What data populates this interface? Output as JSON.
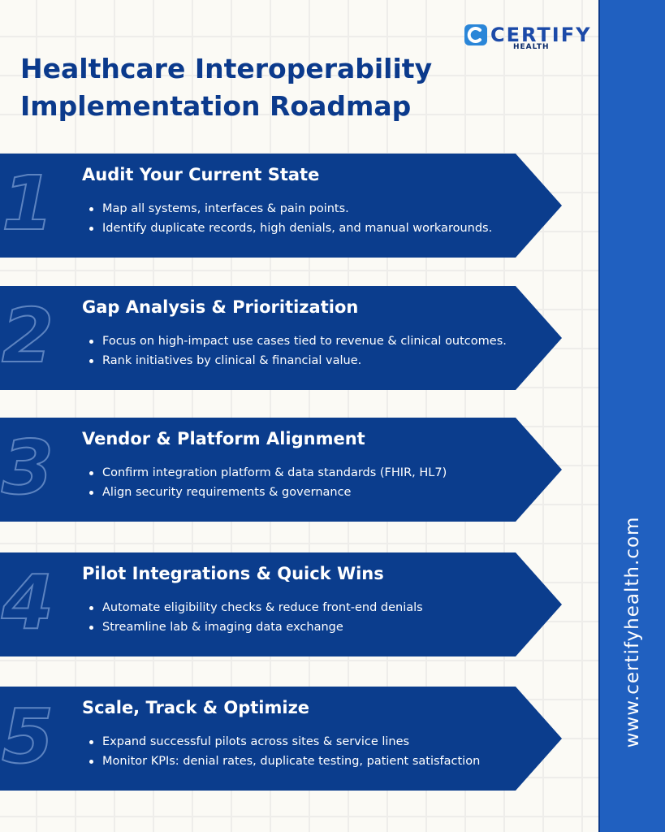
{
  "logo": {
    "word": "CERTIFY",
    "sub": "HEALTH"
  },
  "title_lines": [
    "Healthcare Interoperability",
    "Implementation Roadmap"
  ],
  "steps": [
    {
      "number": "1",
      "title": "Audit Your Current State",
      "bullets": [
        "Map all systems, interfaces & pain points.",
        "Identify duplicate records, high denials, and manual workarounds."
      ]
    },
    {
      "number": "2",
      "title": "Gap Analysis & Prioritization",
      "bullets": [
        "Focus on high-impact use cases tied to revenue & clinical outcomes.",
        "Rank initiatives by clinical & financial value."
      ]
    },
    {
      "number": "3",
      "title": "Vendor & Platform Alignment",
      "bullets": [
        "Confirm integration platform & data standards (FHIR, HL7)",
        "Align security requirements & governance"
      ]
    },
    {
      "number": "4",
      "title": "Pilot Integrations & Quick Wins",
      "bullets": [
        "Automate eligibility checks & reduce front-end denials",
        "Streamline lab & imaging data exchange"
      ]
    },
    {
      "number": "5",
      "title": "Scale, Track & Optimize",
      "bullets": [
        "Expand successful pilots across sites & service lines",
        "Monitor KPIs: denial rates, duplicate testing, patient satisfaction"
      ]
    }
  ],
  "sidebar": {
    "url": "www.certifyhealth.com"
  },
  "colors": {
    "primary": "#0b3d8d",
    "sidebar": "#2060c0",
    "logo_mark": "#2a86d8",
    "background": "#fbfaf5"
  }
}
